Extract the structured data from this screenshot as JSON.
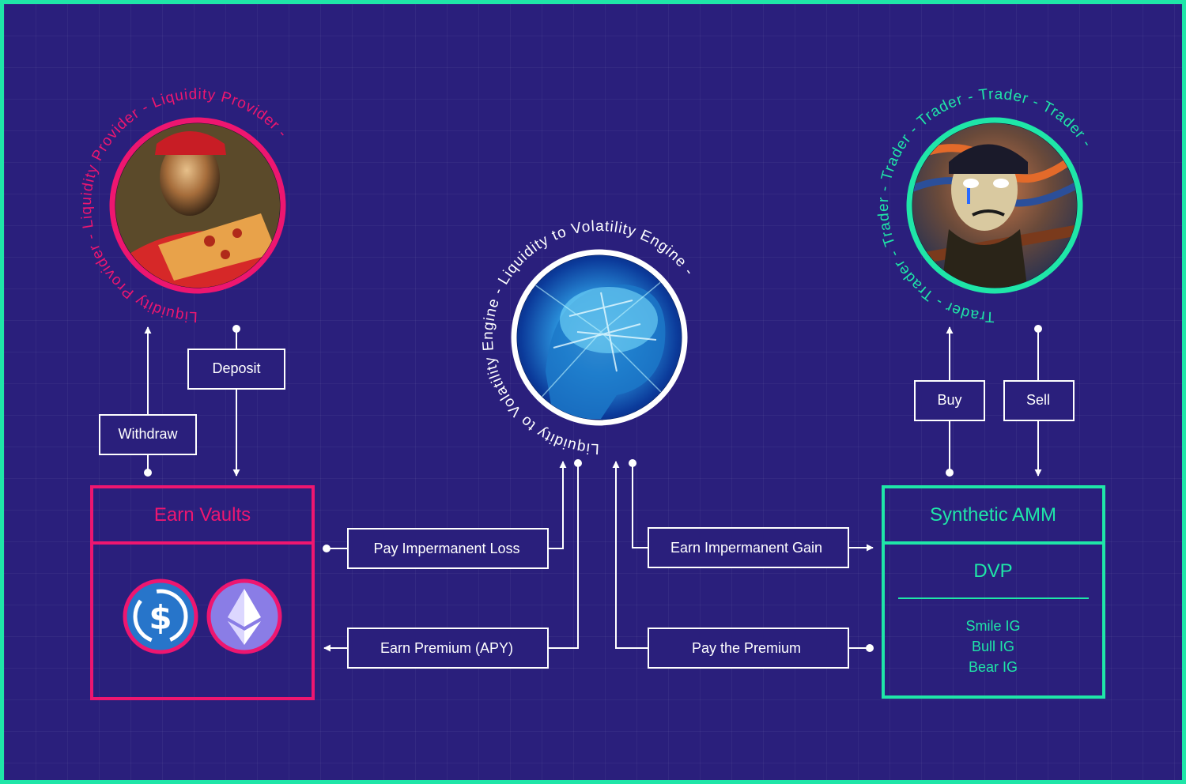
{
  "colors": {
    "background": "#2a1f7c",
    "frame": "#1fe6a8",
    "pink": "#ee1670",
    "green": "#1fe6a8",
    "white": "#ffffff"
  },
  "liquidity_provider": {
    "ring_text": "Liquidity Provider - Liquidity Provider - Liquidity Provider - "
  },
  "trader": {
    "ring_text": "Trader - Trader - Trader - Trader - Trader - Trader - Trader - "
  },
  "engine": {
    "ring_text": "Liquidity to Volatility Engine - Liquidity to Volatility Engine - "
  },
  "left_flows": {
    "deposit": "Deposit",
    "withdraw": "Withdraw"
  },
  "right_flows": {
    "buy": "Buy",
    "sell": "Sell"
  },
  "earn_vaults": {
    "title": "Earn Vaults",
    "assets": [
      {
        "icon": "usdc-coin-icon"
      },
      {
        "icon": "ethereum-coin-icon"
      }
    ]
  },
  "synthetic_amm": {
    "title": "Synthetic AMM",
    "subtitle": "DVP",
    "items": [
      "Smile IG",
      "Bull IG",
      "Bear IG"
    ]
  },
  "center_flows": {
    "pay_impermanent_loss": "Pay Impermanent Loss",
    "earn_premium": "Earn Premium (APY)",
    "earn_impermanent_gain": "Earn Impermanent Gain",
    "pay_premium": "Pay the Premium"
  }
}
